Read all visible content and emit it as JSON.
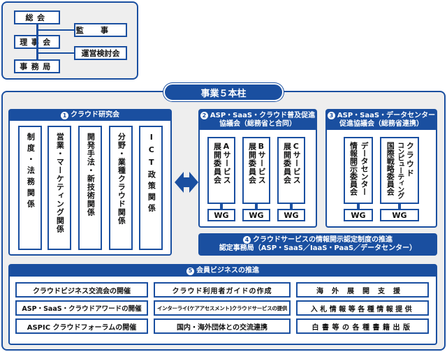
{
  "org": {
    "general_meeting": "総会",
    "board": "理事会",
    "secretariat": "事務局",
    "auditor": "監事",
    "steering": "運営検討会"
  },
  "pillar_title": "事業５本柱",
  "section1": {
    "num": "1",
    "title": "クラウド研究会",
    "items": [
      "制度・法務関係",
      "営業・マーケティング関係",
      "開発手法・新技術関係",
      "分野・業種クラウド関係",
      "ICT政策関係"
    ]
  },
  "section2": {
    "num": "2",
    "title_line1": "ASP・SaaS・クラウド普及促進",
    "title_line2": "協議会（総務省と合同）",
    "items": [
      {
        "label": "展開委員会",
        "letter": "A",
        "suffix": "サービス"
      },
      {
        "label": "展開委員会",
        "letter": "B",
        "suffix": "サービス"
      },
      {
        "label": "展開委員会",
        "letter": "C",
        "suffix": "サービス"
      }
    ],
    "wg": "WG"
  },
  "section3": {
    "num": "3",
    "title_line1": "ASP・SaaS・データセンター",
    "title_line2": "促進協議会（総務省連携）",
    "items": [
      {
        "col1": "データセンター",
        "col2": "情報開示委員会"
      },
      {
        "col1": "クラウド",
        "col2": "コンピューティング",
        "col3": "国際戦略委員会"
      }
    ],
    "wg": "WG"
  },
  "section4": {
    "num": "4",
    "line1": "クラウドサービスの情報開示認定制度の推進",
    "line2": "認定事務局（ASP・SaaS／IaaS・PaaS／データセンター）"
  },
  "section5": {
    "num": "5",
    "title": "会員ビジネスの推進",
    "items": [
      [
        "クラウドビジネス交流会の開催",
        "クラウド利用者ガイドの作成",
        "海外展開支援"
      ],
      [
        "ASP・SaaS・クラウドアワードの開催",
        "インターライ(ケアアセスメント)クラウドサービスの提供",
        "入札情報等各種情報提供"
      ],
      [
        "ASPIC クラウドフォーラムの開催",
        "国内・海外団体との交流連携",
        "白書等の各種書籍出版"
      ]
    ]
  },
  "colors": {
    "primary": "#1a4fa0",
    "background": "#eeeeee"
  },
  "icons": {
    "arrow": "double-arrow-icon"
  }
}
